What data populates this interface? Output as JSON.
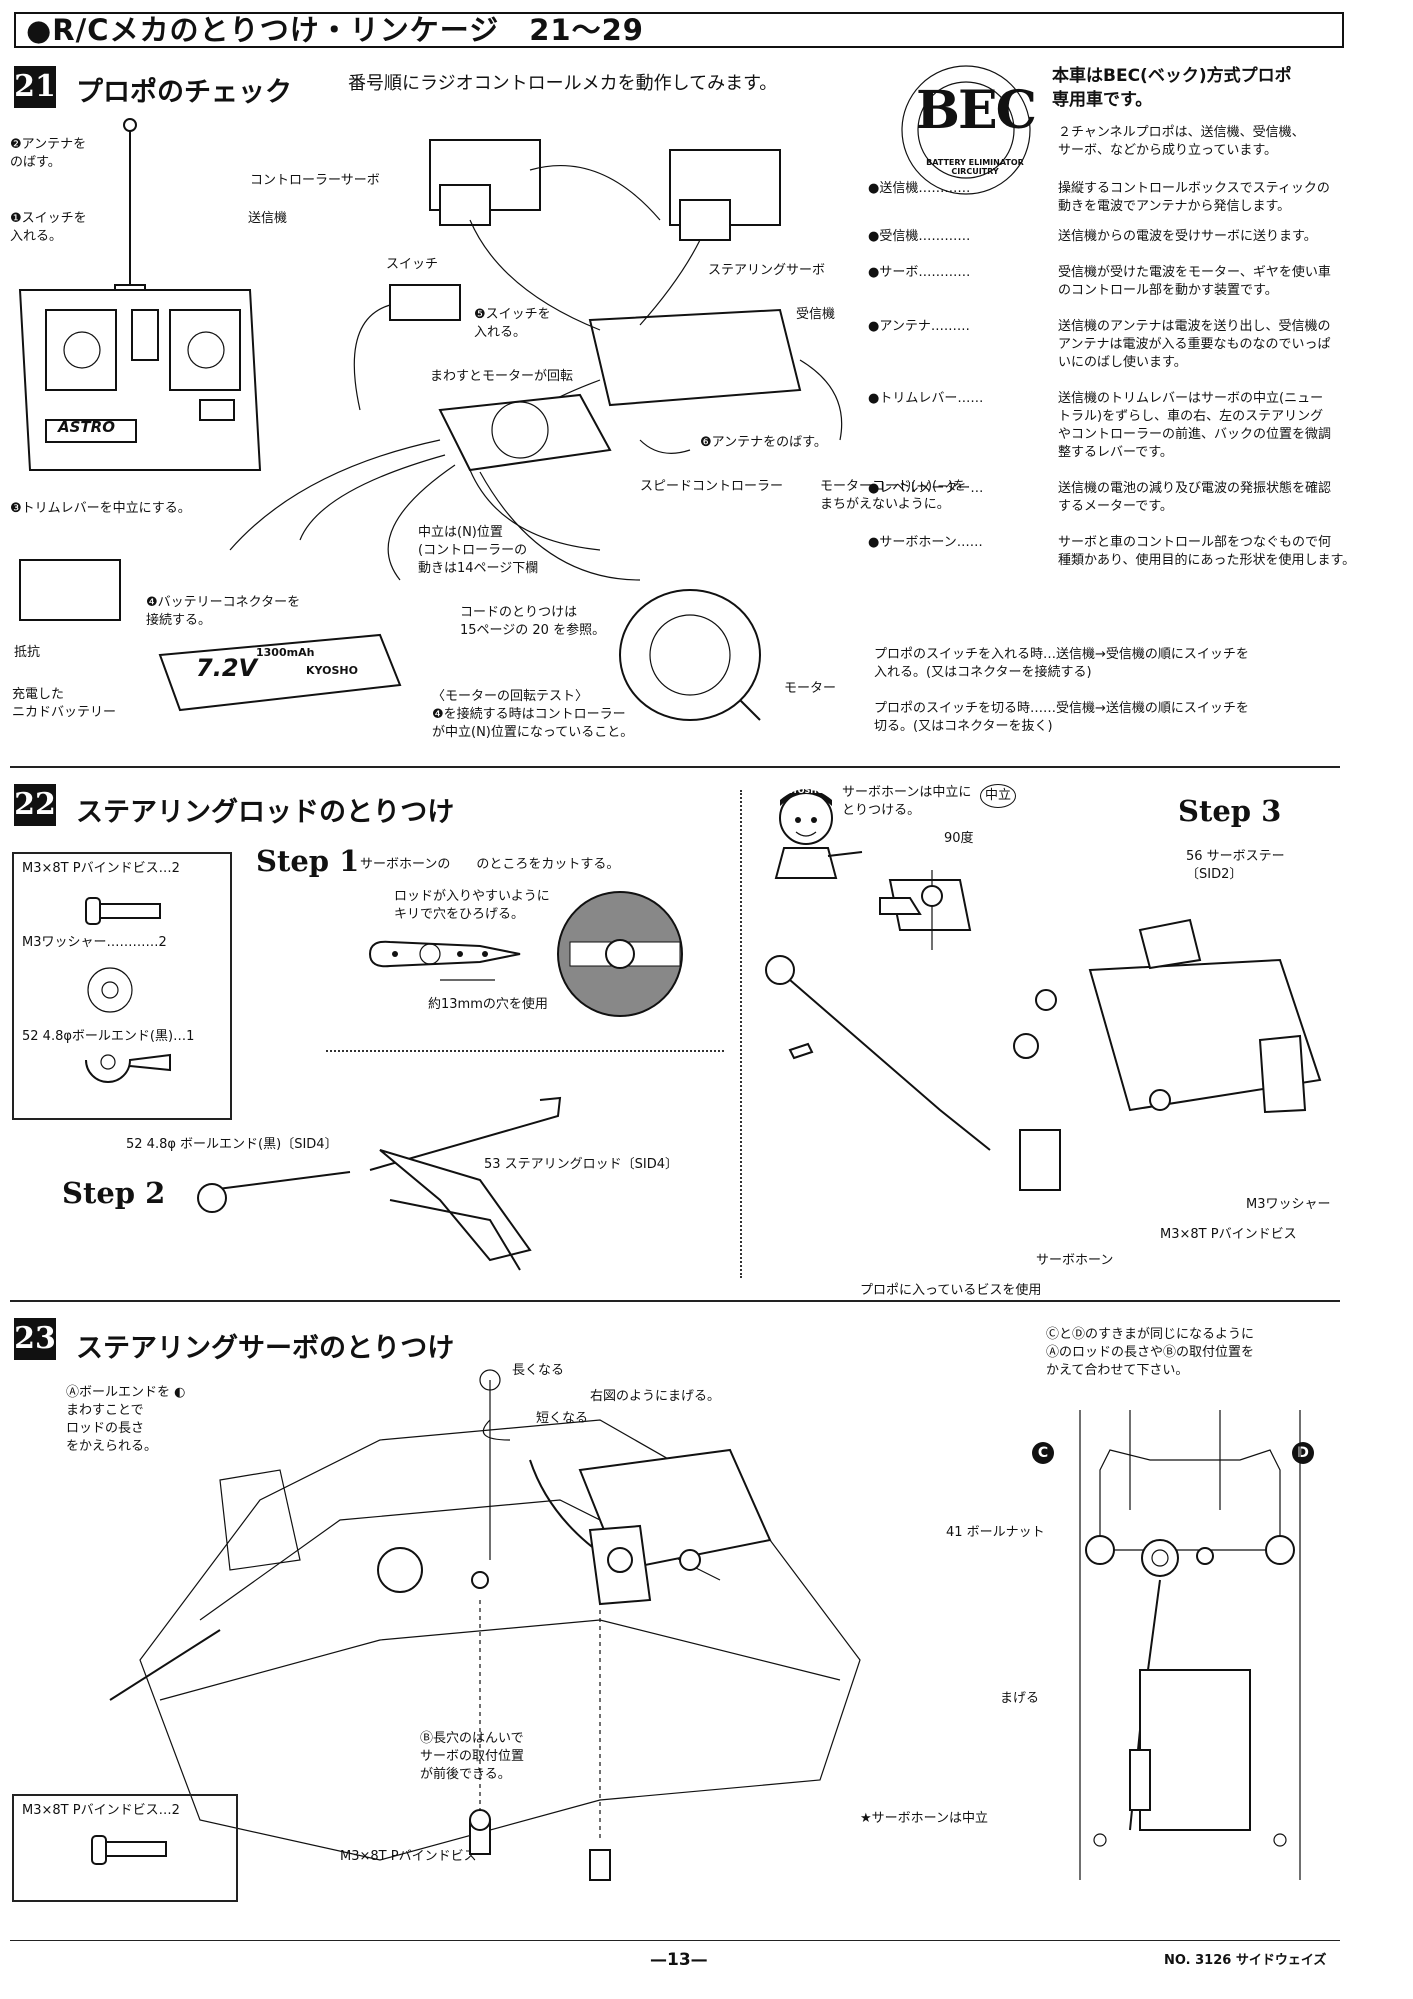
{
  "header": {
    "title": "●R/Cメカのとりつけ・リンケージ　21～29"
  },
  "sec21": {
    "num": "21",
    "title": "プロポのチェック",
    "intro": "番号順にラジオコントロールメカを動作してみます。",
    "labels": {
      "antenna_extend": "❷アンテナを\nのばす。",
      "switch_on": "❶スイッチを\n入れる。",
      "transmitter": "送信機",
      "controller_servo": "コントローラーサーボ",
      "switch": "スイッチ",
      "steering_servo": "ステアリングサーボ",
      "switch_on5": "❺スイッチを\n入れる。",
      "receiver": "受信機",
      "motor_rotates": "まわすとモーターが回転",
      "antenna_extend6": "❻アンテナをのばす。",
      "speed_controller": "スピードコントローラー",
      "motor_cord": "モーターコード(+)(−)を\nまちがえないように。",
      "trim_neutral": "❸トリムレバーを中立にする。",
      "neutral_n": "中立は(N)位置\n(コントローラーの\n動きは14ページ下欄",
      "battery_connect": "❹バッテリーコネクターを\n接続する。",
      "resistor": "抵抗",
      "cord_ref": "コードのとりつけは\n15ページの 20 を参照。",
      "charged_battery": "充電した\nニカドバッテリー",
      "motor": "モーター",
      "motor_test": "〈モーターの回転テスト〉\n❹を接続する時はコントローラー\nが中立(N)位置になっていること。",
      "tx_brand": "ASTRO",
      "battery_brand": "7.2V",
      "battery_capacity": "1300mAh",
      "battery_maker": "KYOSHO"
    },
    "bec": {
      "logo": "BEC",
      "ring": "BATTERY ELIMINATOR CIRCUITRY",
      "title": "本車はBEC(ベック)方式プロポ\n専用車です。",
      "desc": "２チャンネルプロポは、送信機、受信機、\nサーボ、などから成り立っています。",
      "items": [
        {
          "term": "●送信機…………",
          "desc": "操縦するコントロールボックスでスティックの\n動きを電波でアンテナから発信します。"
        },
        {
          "term": "●受信機…………",
          "desc": "送信機からの電波を受けサーボに送ります。"
        },
        {
          "term": "●サーボ…………",
          "desc": "受信機が受けた電波をモーター、ギヤを使い車\nのコントロール部を動かす装置です。"
        },
        {
          "term": "●アンテナ………",
          "desc": "送信機のアンテナは電波を送り出し、受信機の\nアンテナは電波が入る重要なものなのでいっぱ\nいにのばし使います。"
        },
        {
          "term": "●トリムレバー……",
          "desc": "送信機のトリムレバーはサーボの中立(ニュー\nトラル)をずらし、車の右、左のステアリング\nやコントローラーの前進、バックの位置を微調\n整するレバーです。"
        },
        {
          "term": "●レベルメーター…",
          "desc": "送信機の電池の減り及び電波の発振状態を確認\nするメーターです。"
        },
        {
          "term": "●サーボホーン……",
          "desc": "サーボと車のコントロール部をつなぐもので何\n種類かあり、使用目的にあった形状を使用します。"
        }
      ],
      "switch_on_rule": "プロポのスイッチを入れる時…送信機→受信機の順にスイッチを\n入れる。(又はコネクターを接続する)",
      "switch_off_rule": "プロポのスイッチを切る時……受信機→送信機の順にスイッチを\n切る。(又はコネクターを抜く)"
    }
  },
  "sec22": {
    "num": "22",
    "title": "ステアリングロッドのとりつけ",
    "parts": [
      {
        "label": "M3×8T Pバインドビス…2"
      },
      {
        "label": "M3ワッシャー…………2"
      },
      {
        "label": "52 4.8φボールエンド(黒)…1"
      }
    ],
    "step1": {
      "label": "Step 1",
      "cut": "サーボホーンの　　のところをカットする。",
      "widen": "ロッドが入りやすいように\nキリで穴をひろげる。",
      "hole": "約13mmの穴を使用"
    },
    "step2": {
      "label": "Step 2",
      "ballend": "52 4.8φ ボールエンド(黒)〔SID4〕",
      "rod": "53 ステアリングロッド〔SID4〕"
    },
    "step3": {
      "label": "Step 3",
      "mascot": "サーボホーンは中立に\nとりつける。",
      "neutral": "中立",
      "deg": "90度",
      "stay": "56 サーボステー\n〔SID2〕",
      "washer": "M3ワッシャー",
      "screw": "M3×8T Pバインドビス",
      "horn": "サーボホーン",
      "propo_screw": "プロポに入っているビスを使用",
      "mascot_cap": "KYOSHO"
    }
  },
  "sec23": {
    "num": "23",
    "title": "ステアリングサーボのとりつけ",
    "a_note": "Ⓐボールエンドを ◐\nまわすことで\nロッドの長さ\nをかえられる。",
    "longer": "長くなる",
    "shorter": "短くなる",
    "bend": "右図のようにまげる。",
    "b_note": "Ⓑ長穴のはんいで\nサーボの取付位置\nが前後できる。",
    "screw_label": "M3×8T Pバインドビス",
    "parts": "M3×8T Pバインドビス…2",
    "cd_note": "ⒸとⒹのすきまが同じになるように\nⒶのロッドの長さやⒷの取付位置を\nかえて合わせて下さい。",
    "c": "C",
    "d": "D",
    "ballnut": "41 ボールナット",
    "bend2": "まげる",
    "horn_neutral": "★サーボホーンは中立"
  },
  "footer": {
    "page": "—13—",
    "model": "NO. 3126 サイドウェイズ"
  }
}
